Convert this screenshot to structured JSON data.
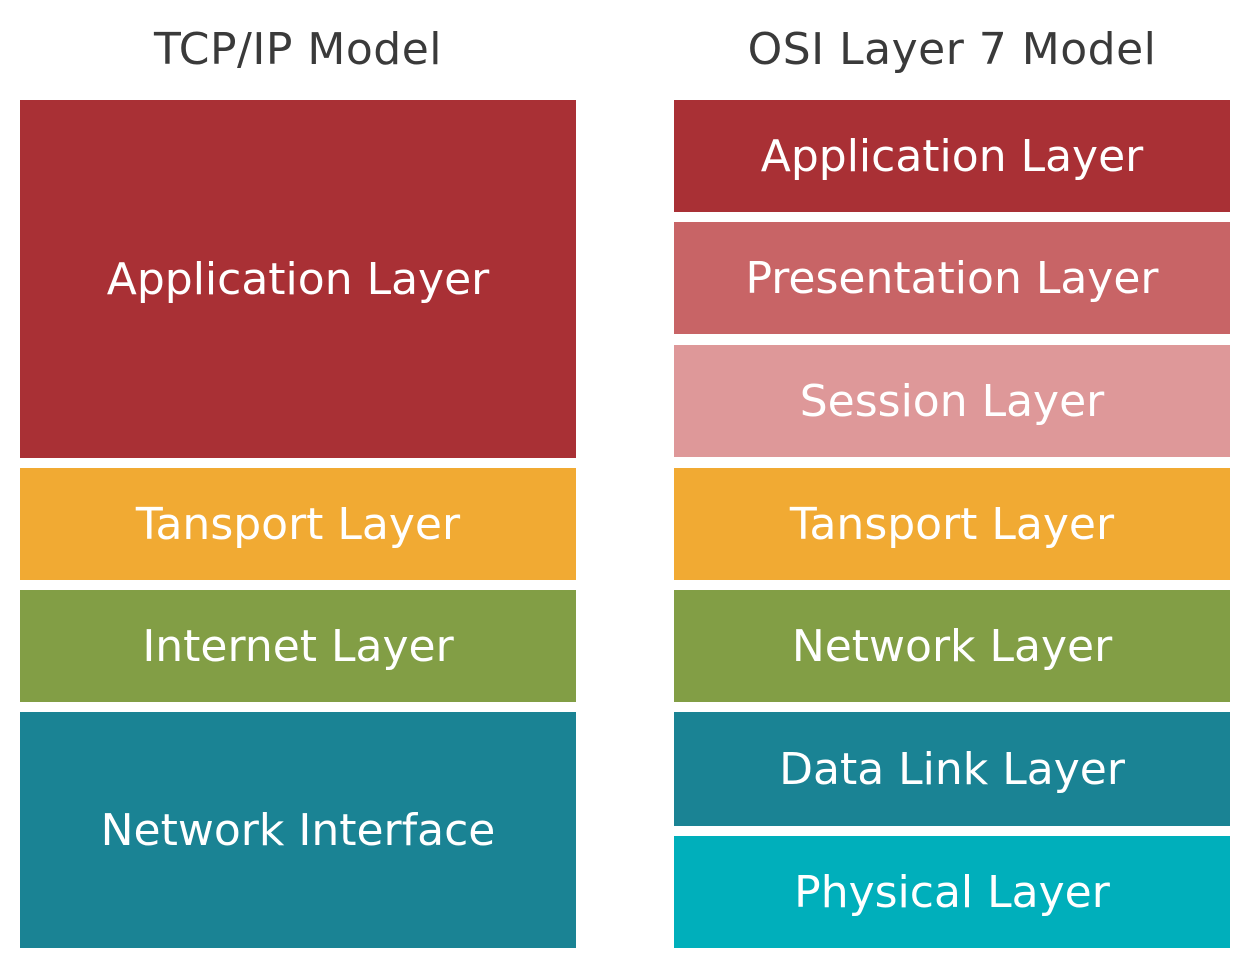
{
  "tcp_model": {
    "title": "TCP/IP Model",
    "layers": [
      {
        "label": "Application Layer",
        "color": "#a93035"
      },
      {
        "label": "Tansport Layer",
        "color": "#f1aa33"
      },
      {
        "label": "Internet Layer",
        "color": "#829e45"
      },
      {
        "label": "Network Interface",
        "color": "#1a8394"
      }
    ]
  },
  "osi_model": {
    "title": "OSI Layer 7 Model",
    "layers": [
      {
        "label": "Application Layer",
        "color": "#a93035"
      },
      {
        "label": "Presentation Layer",
        "color": "#c86466"
      },
      {
        "label": "Session Layer",
        "color": "#de9899"
      },
      {
        "label": "Tansport Layer",
        "color": "#f1aa33"
      },
      {
        "label": "Network Layer",
        "color": "#829e45"
      },
      {
        "label": "Data Link Layer",
        "color": "#1a8394"
      },
      {
        "label": "Physical Layer",
        "color": "#00afbb"
      }
    ]
  }
}
